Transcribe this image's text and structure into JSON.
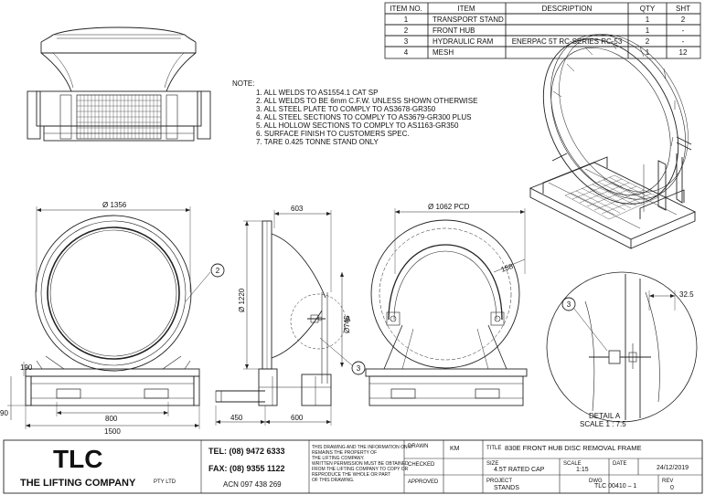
{
  "bom": {
    "headers": [
      "ITEM NO.",
      "ITEM",
      "DESCRIPTION",
      "QTY",
      "SHT"
    ],
    "rows": [
      [
        "1",
        "TRANSPORT STAND",
        "",
        "1",
        "2"
      ],
      [
        "2",
        "FRONT HUB",
        "",
        "1",
        "-"
      ],
      [
        "3",
        "HYDRAULIC RAM",
        "ENERPAC 5T RC-SERIES RC-53",
        "2",
        "-"
      ],
      [
        "4",
        "MESH",
        "",
        "1",
        "12"
      ]
    ]
  },
  "notes": {
    "title": "NOTE:",
    "items": [
      "1. ALL WELDS TO AS1554.1 CAT SP",
      "2. ALL WELDS TO BE 6mm C.F.W. UNLESS SHOWN OTHERWISE",
      "3. ALL STEEL PLATE TO COMPLY TO AS3678-GR350",
      "4. ALL STEEL SECTIONS TO COMPLY TO AS3679-GR300 PLUS",
      "5. ALL HOLLOW SECTIONS TO COMPLY TO AS1163-GR350",
      "6. SURFACE FINISH TO CUSTOMERS SPEC.",
      "7. TARE 0.425 TONNE STAND ONLY"
    ]
  },
  "dimensions": {
    "front_diameter": "Ø 1356",
    "front_width": "1500",
    "front_inner": "800",
    "front_left": "190",
    "front_base_height": "90",
    "side_depth": "603",
    "side_height": "Ø 1220",
    "side_hub": "Ø745",
    "side_base_left": "450",
    "side_base_right": "600",
    "rear_pcd": "Ø 1062  PCD",
    "rear_radius": "158",
    "detail_offset": "32.5"
  },
  "callouts": {
    "balloon_2": "2",
    "balloon_3_side": "3",
    "balloon_3_detail": "3",
    "section_marker": "A",
    "detail_title": "DETAIL A",
    "detail_scale": "SCALE 1 : 7.5"
  },
  "title_block": {
    "logo": "TLC",
    "company": "THE LIFTING COMPANY",
    "pty": "PTY LTD",
    "tel": "TEL: (08) 9472 6333",
    "fax": "FAX: (08) 9355 1122",
    "acn": "ACN 097 438 269",
    "disclaimer": [
      "THIS DRAWING AND THE INFORMATION ON IT",
      "REMAINS THE PROPERTY OF",
      "THE LIFTING COMPANY.",
      "WRITTEN PERMISSION MUST BE OBTAINED",
      "FROM THE LIFTING COMPANY TO COPY OR",
      "REPRODUCE THE WHOLE OR PART",
      "OF THIS DRAWING."
    ],
    "drawn_label": "DRAWN",
    "drawn_value": "KM",
    "checked_label": "CHECKED",
    "approved_label": "APPROVED",
    "title_label": "TITLE",
    "title_value": "830E FRONT HUB DISC REMOVAL FRAME",
    "size_label": "SIZE",
    "size_value": "4.5T RATED CAP",
    "scale_label": "SCALE",
    "scale_value": "1:15",
    "date_label": "DATE",
    "date_value": "24/12/2019",
    "project_label": "PROJECT",
    "project_value": "STANDS",
    "dwg_label": "DWG",
    "dwg_value": "TLC 00410 – 1",
    "rev_label": "REV",
    "rev_value": "0"
  }
}
